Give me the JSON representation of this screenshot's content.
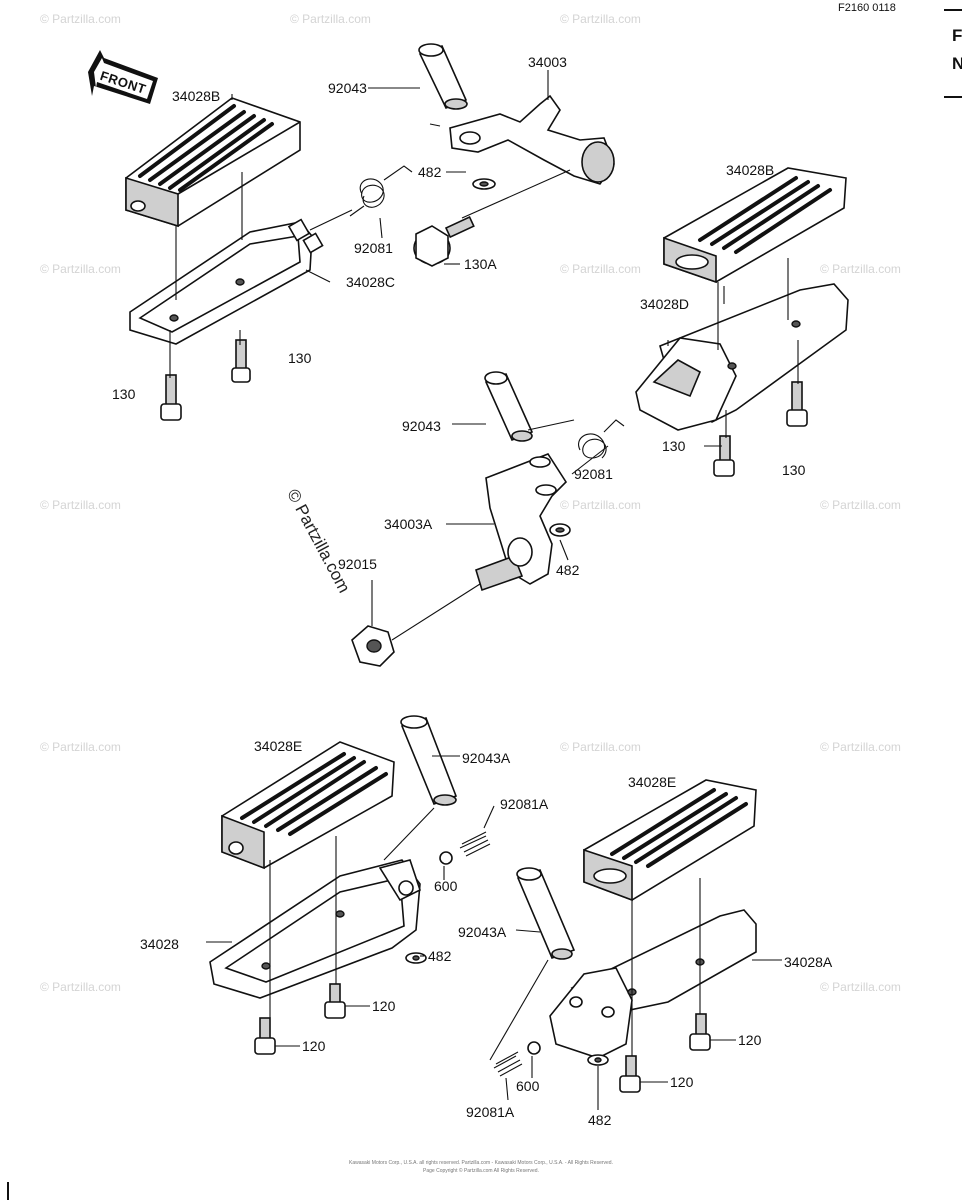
{
  "header": {
    "diagram_code": "F2160 0118",
    "edge_letters": [
      "F",
      "N"
    ]
  },
  "front_badge": "FRONT",
  "watermark_text": "© Partzilla.com",
  "callouts": {
    "c_92043_top": "92043",
    "c_34003": "34003",
    "c_34028B_left": "34028B",
    "c_482_top": "482",
    "c_92081_top": "92081",
    "c_34028C": "34028C",
    "c_130A": "130A",
    "c_130_left_mid": "130",
    "c_130_left_low": "130",
    "c_34028B_right": "34028B",
    "c_34028D": "34028D",
    "c_92043_mid": "92043",
    "c_92081_mid": "92081",
    "c_130_right_a": "130",
    "c_130_right_b": "130",
    "c_34003A": "34003A",
    "c_92015": "92015",
    "c_482_mid": "482",
    "c_34028E_left": "34028E",
    "c_92043A_top": "92043A",
    "c_92081A_top": "92081A",
    "c_600_top": "600",
    "c_34028": "34028",
    "c_482_lowleft": "482",
    "c_120_a": "120",
    "c_120_b": "120",
    "c_34028E_right": "34028E",
    "c_92043A_low": "92043A",
    "c_34028A": "34028A",
    "c_120_c": "120",
    "c_120_d": "120",
    "c_600_low": "600",
    "c_92081A_low": "92081A",
    "c_482_low": "482"
  },
  "footer": {
    "line1": "Kawasaki Motors Corp., U.S.A. all rights reserved. Partzilla.com - Kawasaki Motors Corp., U.S.A. - All Rights Reserved.",
    "line2": "Page Copyright © Partzilla.com All Rights Reserved."
  }
}
